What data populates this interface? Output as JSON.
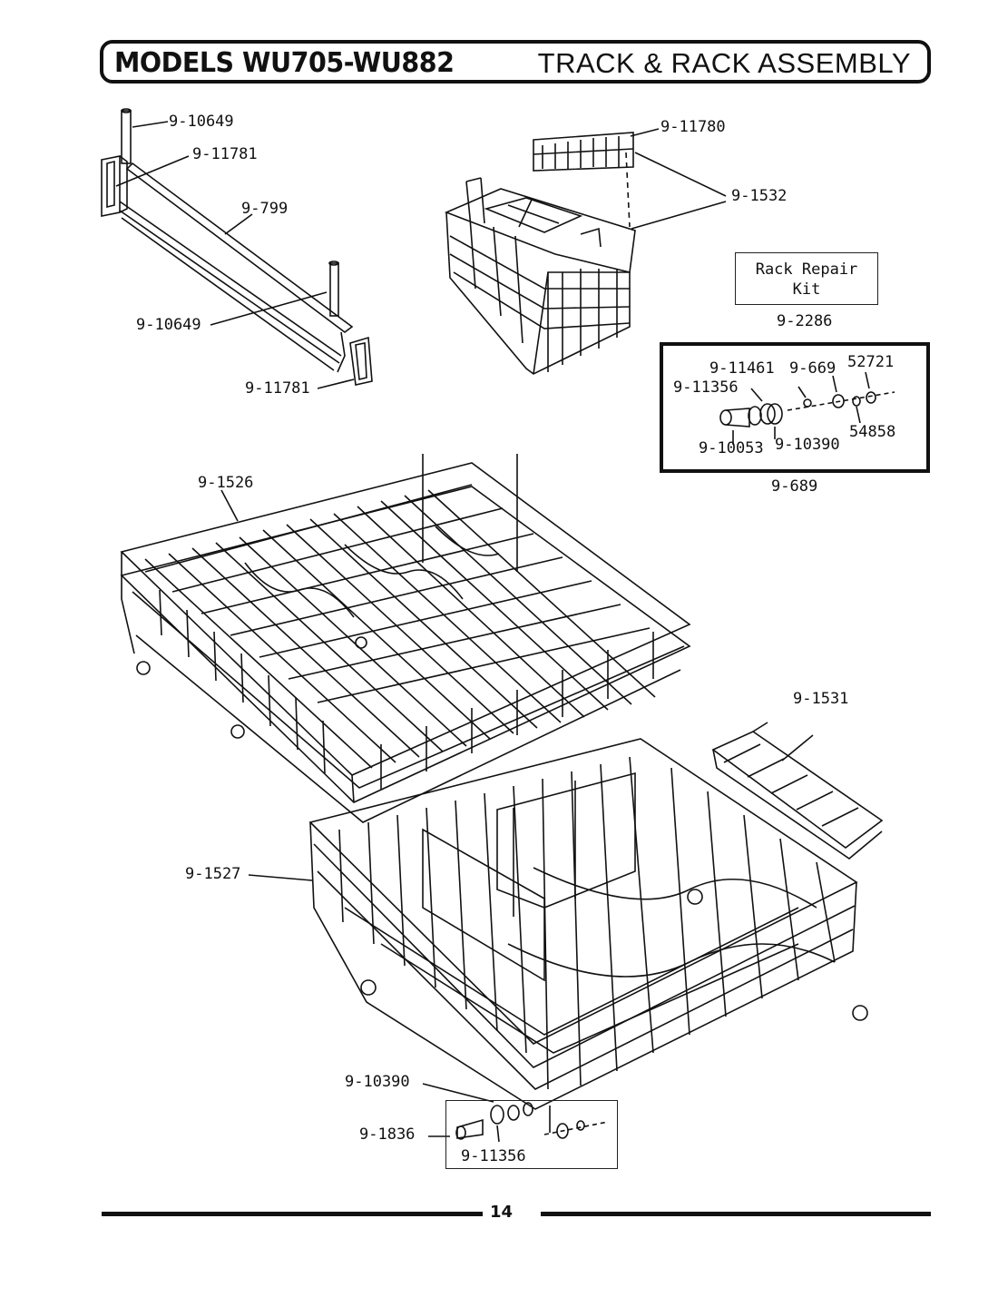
{
  "header": {
    "models": "MODELS WU705-WU882",
    "title": "TRACK & RACK ASSEMBLY"
  },
  "labels": {
    "p_10649_top": "9-10649",
    "p_11781_top": "9-11781",
    "p_799": "9-799",
    "p_10649_mid": "9-10649",
    "p_11781_bottom": "9-11781",
    "p_11780": "9-11780",
    "p_1532": "9-1532",
    "p_2286": "9-2286",
    "p_11461": "9-11461",
    "p_669": "9-669",
    "p_52721": "52721",
    "p_11356_kit": "9-11356",
    "p_54858": "54858",
    "p_10053": "9-10053",
    "p_10390_kit": "9-10390",
    "p_689": "9-689",
    "p_1526": "9-1526",
    "p_1531": "9-1531",
    "p_1527": "9-1527",
    "p_10390_bottom": "9-10390",
    "p_1836": "9-1836",
    "p_11356_bottom": "9-11356"
  },
  "kit": {
    "line1": "Rack Repair",
    "line2": "Kit"
  },
  "footer": {
    "page": "14"
  }
}
